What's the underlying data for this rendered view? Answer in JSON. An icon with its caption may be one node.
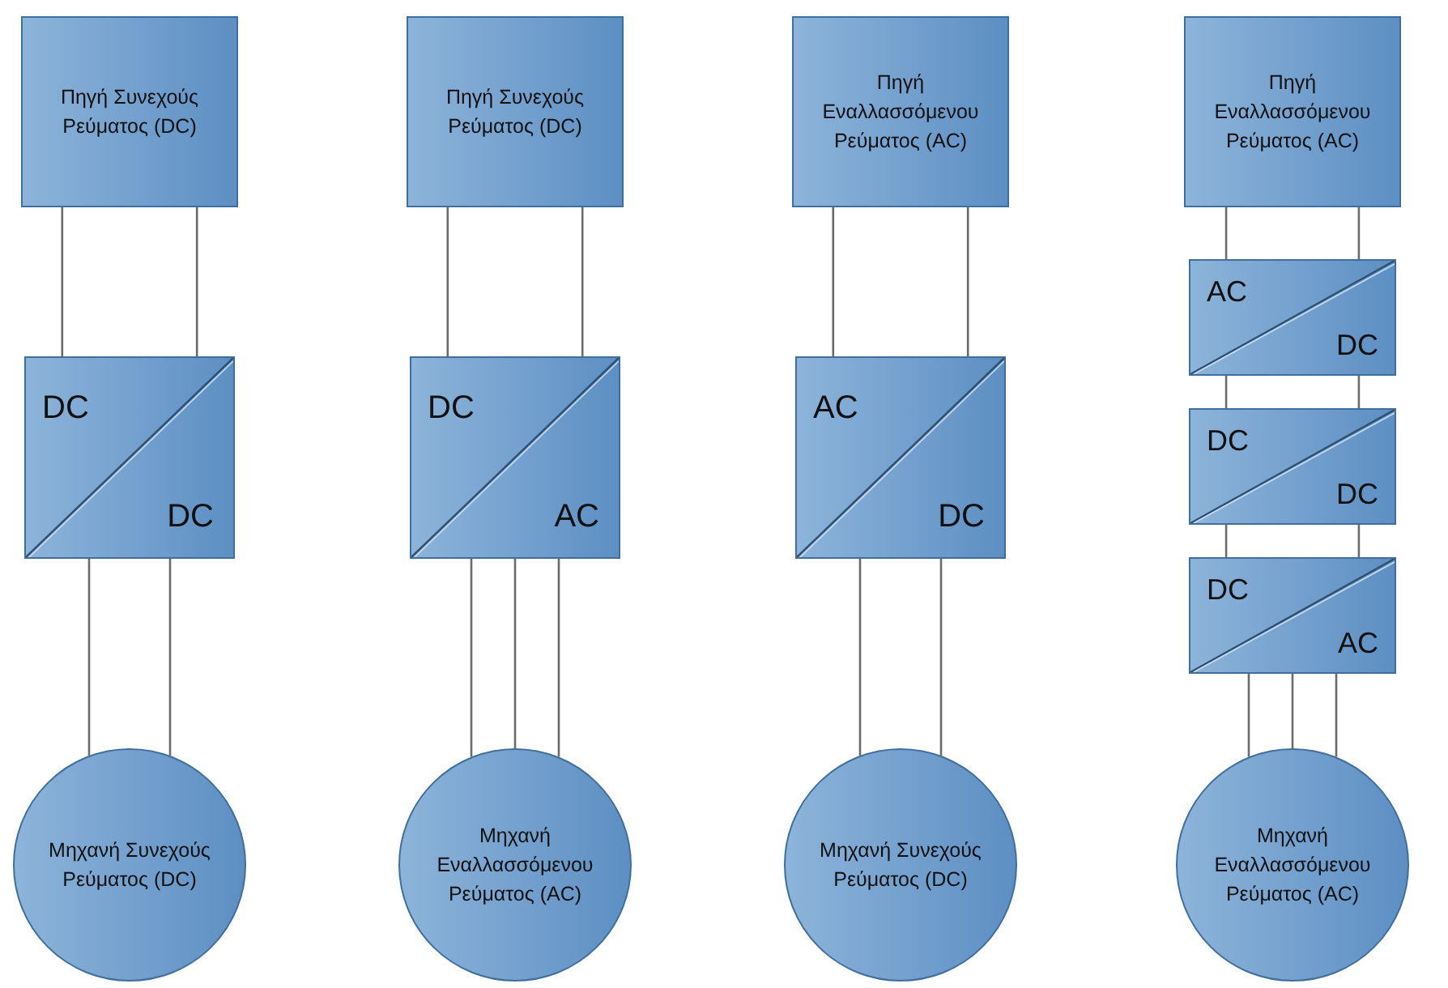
{
  "diagram": {
    "nodes": [
      {
        "text": [
          "Πηγή Συνεχούς Ρεύματος (DC)"
        ]
      },
      {
        "text": [
          "DC",
          "DC"
        ]
      },
      {
        "text": [
          "Μηχανή Συνεχούς Ρεύματος (DC)"
        ]
      },
      {
        "text": [
          "Πηγή Συνεχούς Ρεύματος (DC)"
        ]
      },
      {
        "text": [
          "DC",
          "AC"
        ]
      },
      {
        "text": [
          "Μηχανή Εναλλασσόμενου Ρεύματος (AC)"
        ]
      },
      {
        "text": [
          "Πηγή Εναλλασσόμενου Ρεύματος (AC)"
        ]
      },
      {
        "text": [
          "AC",
          "DC"
        ]
      },
      {
        "text": [
          "Μηχανή Συνεχούς Ρεύματος (DC)"
        ]
      },
      {
        "text": [
          "Πηγή Εναλλασσόμενου Ρεύματος (AC)"
        ]
      },
      {
        "text": [
          "AC",
          "DC"
        ]
      },
      {
        "text": [
          "DC",
          "DC"
        ]
      },
      {
        "text": [
          "DC",
          "AC"
        ]
      },
      {
        "text": [
          "Μηχανή Εναλλασσόμενου Ρεύματος (AC)"
        ]
      }
    ],
    "edges": [
      {
        "from": 0,
        "to": 1,
        "arrow": "none"
      },
      {
        "from": 0,
        "to": 1,
        "arrow": "none"
      },
      {
        "from": 1,
        "to": 2,
        "arrow": "none"
      },
      {
        "from": 1,
        "to": 2,
        "arrow": "none"
      },
      {
        "from": 3,
        "to": 4,
        "arrow": "none"
      },
      {
        "from": 3,
        "to": 4,
        "arrow": "none"
      },
      {
        "from": 4,
        "to": 5,
        "arrow": "none"
      },
      {
        "from": 4,
        "to": 5,
        "arrow": "none"
      },
      {
        "from": 4,
        "to": 5,
        "arrow": "none"
      },
      {
        "from": 6,
        "to": 7,
        "arrow": "none"
      },
      {
        "from": 6,
        "to": 7,
        "arrow": "none"
      },
      {
        "from": 7,
        "to": 8,
        "arrow": "none"
      },
      {
        "from": 7,
        "to": 8,
        "arrow": "none"
      },
      {
        "from": 9,
        "to": 10,
        "arrow": "none"
      },
      {
        "from": 9,
        "to": 10,
        "arrow": "none"
      },
      {
        "from": 10,
        "to": 11,
        "arrow": "none"
      },
      {
        "from": 10,
        "to": 11,
        "arrow": "none"
      },
      {
        "from": 11,
        "to": 12,
        "arrow": "none"
      },
      {
        "from": 11,
        "to": 12,
        "arrow": "none"
      },
      {
        "from": 12,
        "to": 13,
        "arrow": "none"
      },
      {
        "from": 12,
        "to": 13,
        "arrow": "none"
      },
      {
        "from": 12,
        "to": 13,
        "arrow": "none"
      }
    ]
  }
}
